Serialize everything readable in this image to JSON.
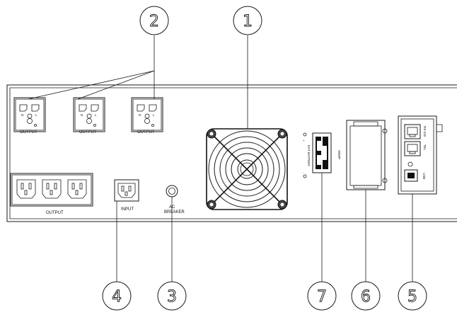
{
  "labels": {
    "output_universal_1": "OUTPUT",
    "output_universal_2": "OUTPUT",
    "output_universal_3": "OUTPUT",
    "output_iec": "OUTPUT",
    "input": "INPUT",
    "ac": "AC",
    "breaker": "BREAKER",
    "ext_battery": "EXT BATTERY",
    "snmp": "SNMP",
    "rs232": "RS-232",
    "tel": "TEL",
    "usb": "USB"
  },
  "callouts": [
    {
      "id": "fan",
      "number": "1"
    },
    {
      "id": "universal-outlets",
      "number": "2"
    },
    {
      "id": "ac-breaker",
      "number": "3"
    },
    {
      "id": "input-socket",
      "number": "4"
    },
    {
      "id": "comm-ports",
      "number": "5"
    },
    {
      "id": "snmp-slot",
      "number": "6"
    },
    {
      "id": "ext-battery-connector",
      "number": "7"
    }
  ]
}
